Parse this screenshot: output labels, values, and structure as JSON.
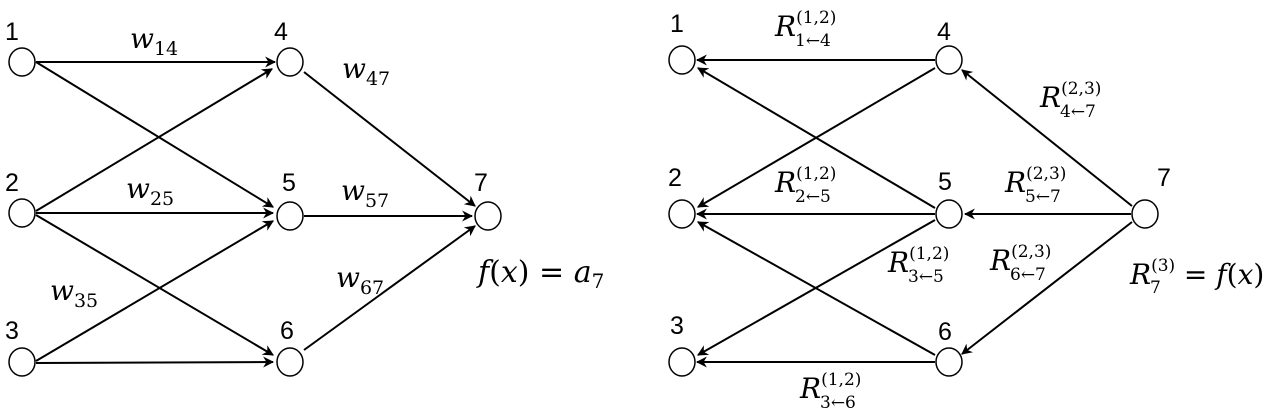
{
  "forward": {
    "nodes": [
      "1",
      "2",
      "3",
      "4",
      "5",
      "6",
      "7"
    ],
    "weights": {
      "w14": {
        "sym": "w",
        "sub": "14"
      },
      "w47": {
        "sym": "w",
        "sub": "47"
      },
      "w25": {
        "sym": "w",
        "sub": "25"
      },
      "w57": {
        "sym": "w",
        "sub": "57"
      },
      "w35": {
        "sym": "w",
        "sub": "35"
      },
      "w67": {
        "sym": "w",
        "sub": "67"
      }
    },
    "output": {
      "f": "f",
      "paren_open": "(",
      "x": "x",
      "paren_close": ")",
      "eq": " = ",
      "a": "a",
      "a_sub": "7"
    }
  },
  "backward": {
    "nodes": [
      "1",
      "2",
      "3",
      "4",
      "5",
      "6",
      "7"
    ],
    "relevances": {
      "r14": {
        "sym": "R",
        "sup": "(1,2)",
        "sub": "1←4"
      },
      "r47": {
        "sym": "R",
        "sup": "(2,3)",
        "sub": "4←7"
      },
      "r25": {
        "sym": "R",
        "sup": "(1,2)",
        "sub": "2←5"
      },
      "r57": {
        "sym": "R",
        "sup": "(2,3)",
        "sub": "5←7"
      },
      "r35": {
        "sym": "R",
        "sup": "(1,2)",
        "sub": "3←5"
      },
      "r67": {
        "sym": "R",
        "sup": "(2,3)",
        "sub": "6←7"
      },
      "r36": {
        "sym": "R",
        "sup": "(1,2)",
        "sub": "3←6"
      }
    },
    "output": {
      "sym": "R",
      "sup": "(3)",
      "sub": "7",
      "eq": " = ",
      "f": "f",
      "paren_open": "(",
      "x": "x",
      "paren_close": ")"
    }
  }
}
